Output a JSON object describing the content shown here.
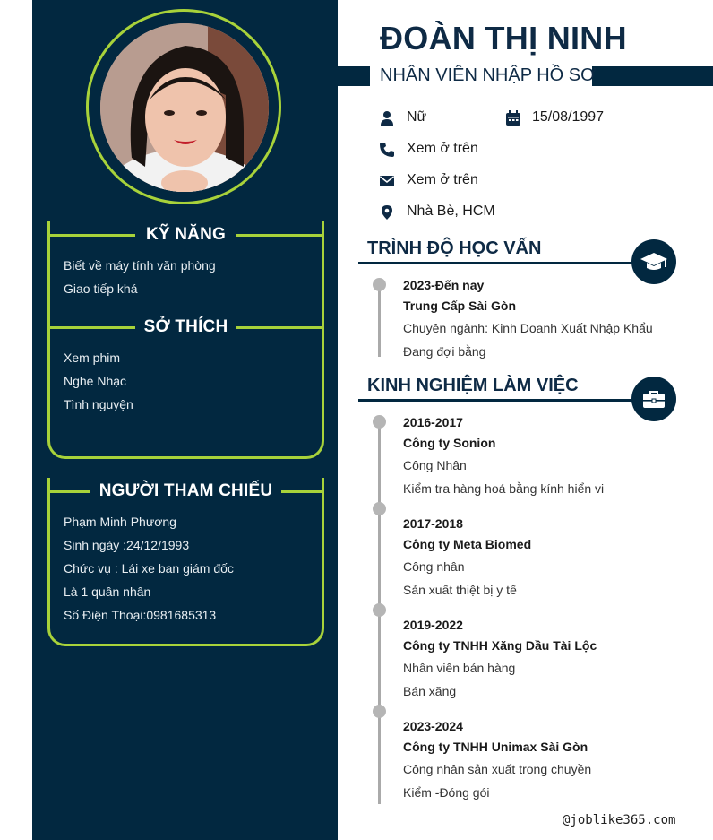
{
  "profile": {
    "name": "ĐOÀN THỊ NINH",
    "job_title": "NHÂN VIÊN NHẬP HỒ SƠ"
  },
  "info": {
    "gender": "Nữ",
    "birthday": "15/08/1997",
    "phone": "Xem ở trên",
    "email": "Xem ở trên",
    "address": "Nhà Bè, HCM"
  },
  "skills": {
    "title": "KỸ NĂNG",
    "items": [
      "Biết về máy  tính văn phòng",
      "Giao tiếp khá"
    ]
  },
  "hobbies": {
    "title": "SỞ THÍCH",
    "items": [
      "Xem phim",
      "Nghe Nhạc",
      "Tình nguyện"
    ]
  },
  "references": {
    "title": "NGƯỜI THAM CHIẾU",
    "items": [
      "Phạm Minh Phương",
      "Sinh ngày :24/12/1993",
      "Chức vụ : Lái xe ban giám đốc",
      "Là 1 quân nhân",
      "Số Điện Thoại:0981685313"
    ]
  },
  "education": {
    "title": "TRÌNH ĐỘ HỌC VẤN",
    "icon": "graduation-cap-icon",
    "entries": [
      {
        "date": "2023-Đến nay",
        "org": "Trung Cấp Sài Gòn",
        "line1": "Chuyên ngành: Kinh Doanh Xuất Nhập Khẩu",
        "line2": "Đang đợi bằng"
      }
    ]
  },
  "experience": {
    "title": "KINH NGHIỆM LÀM VIỆC",
    "icon": "briefcase-icon",
    "entries": [
      {
        "date": "2016-2017",
        "org": "Công ty Sonion",
        "line1": "Công Nhân",
        "line2": "Kiểm tra hàng hoá bằng kính hiển vi"
      },
      {
        "date": "2017-2018",
        "org": "Công ty Meta Biomed",
        "line1": "Công nhân",
        "line2": "Sản xuất thiệt bị y tế"
      },
      {
        "date": "2019-2022",
        "org": "Công ty TNHH Xăng Dầu Tài Lộc",
        "line1": "Nhân viên bán hàng",
        "line2": "Bán xăng"
      },
      {
        "date": "2023-2024",
        "org": "Công ty TNHH Unimax Sài Gòn",
        "line1": "Công nhân sản xuất trong chuyền",
        "line2": "Kiểm -Đóng gói"
      }
    ]
  },
  "footer": {
    "watermark": "@joblike365.com"
  },
  "colors": {
    "sidebar": "#022840",
    "accent": "#a8d23a",
    "heading": "#0e2a45"
  }
}
